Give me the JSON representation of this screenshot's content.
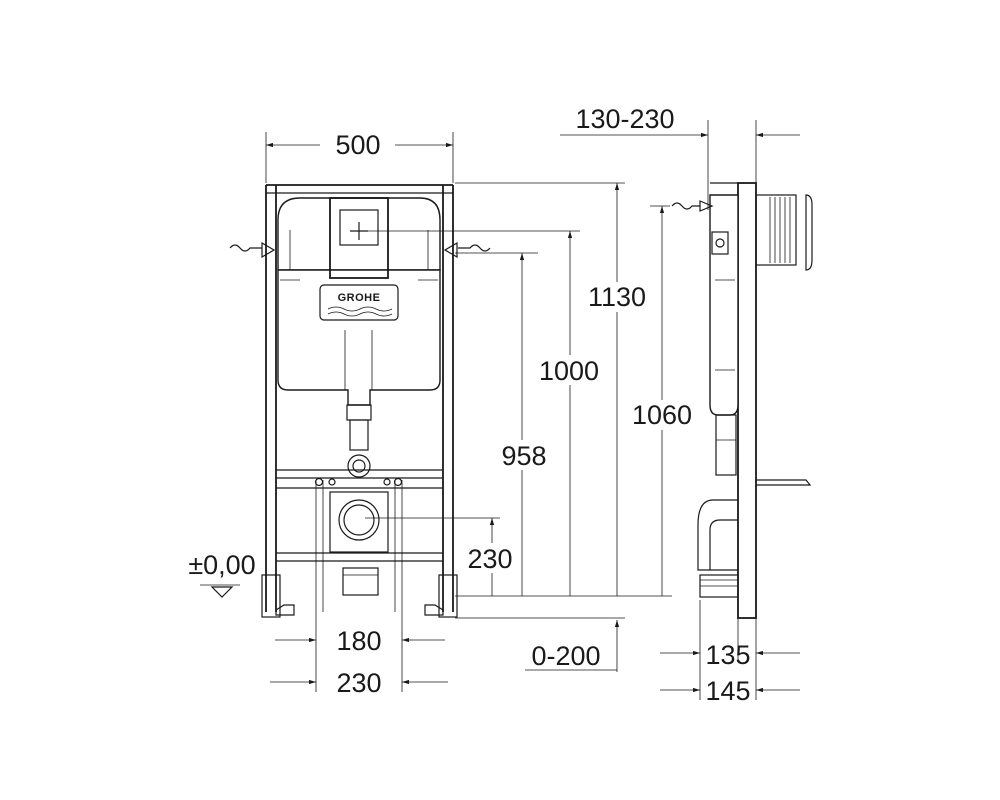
{
  "brand": "GROHE",
  "front_view": {
    "width": "500",
    "spacing_inner": "180",
    "spacing_outer": "230",
    "floor_level": "±0,00",
    "adjustment": "0-200"
  },
  "heights": {
    "h1130": "1130",
    "h1000": "1000",
    "h1060": "1060",
    "h958": "958",
    "h230": "230"
  },
  "side_view": {
    "wall_depth": "130-230",
    "depth_135": "135",
    "depth_145": "145"
  },
  "colors": {
    "line": "#1a1a1a",
    "background": "#ffffff"
  }
}
